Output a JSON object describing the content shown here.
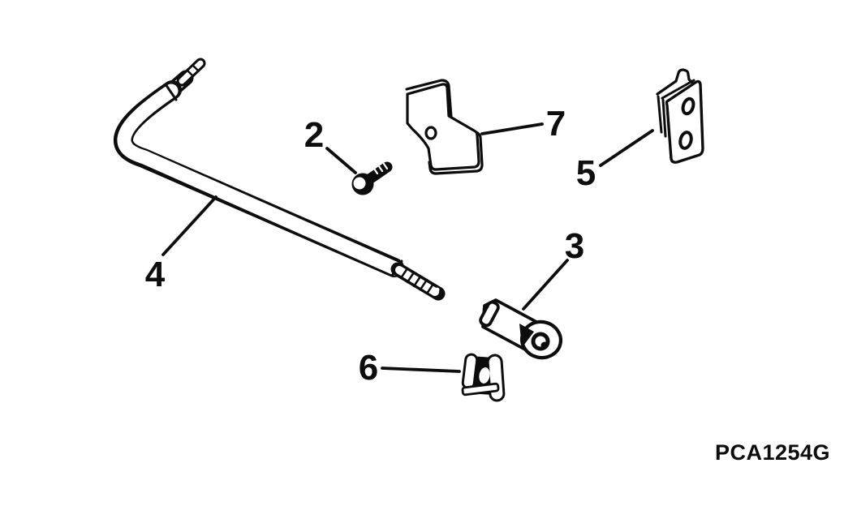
{
  "diagram": {
    "figure_code": "PCA1254G",
    "background_color": "#ffffff",
    "line_color": "#0d0d0d",
    "callouts": [
      {
        "number": "2"
      },
      {
        "number": "3"
      },
      {
        "number": "4"
      },
      {
        "number": "5"
      },
      {
        "number": "6"
      },
      {
        "number": "7"
      }
    ]
  }
}
